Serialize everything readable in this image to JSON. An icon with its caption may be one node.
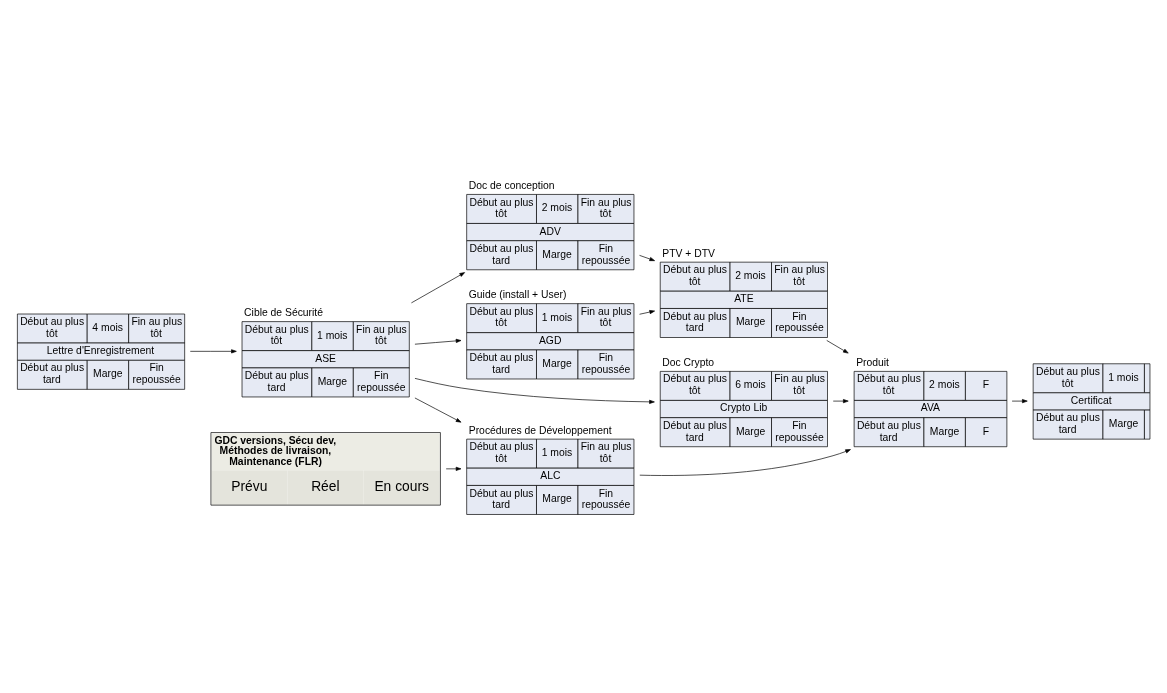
{
  "diagram": {
    "nodes": [
      {
        "text": [
          "Début au plus tôt",
          "4 mois",
          "Fin au plus tôt",
          "Lettre d'Enregistrement",
          "Début au plus tard",
          "Marge",
          "Fin repoussée"
        ]
      },
      {
        "text": [
          "Début au plus tôt",
          "1 mois",
          "Fin au plus tôt",
          "ASE",
          "Début au plus tard",
          "Marge",
          "Fin repoussée"
        ],
        "beside": [
          "Cible de Sécurité"
        ]
      },
      {
        "text": [
          "Début au plus tôt",
          "2 mois",
          "Fin au plus tôt",
          "ADV",
          "Début au plus tard",
          "Marge",
          "Fin repoussée"
        ],
        "beside": [
          "Doc de conception"
        ]
      },
      {
        "text": [
          "Début au plus tôt",
          "1 mois",
          "Fin au plus tôt",
          "AGD",
          "Début au plus tard",
          "Marge",
          "Fin repoussée"
        ],
        "beside": [
          "Guide (install + User)"
        ]
      },
      {
        "text": [
          "Début au plus tôt",
          "2 mois",
          "Fin au plus tôt",
          "ATE",
          "Début au plus tard",
          "Marge",
          "Fin repoussée"
        ],
        "beside": [
          "PTV + DTV"
        ]
      },
      {
        "text": [
          "Début au plus tôt",
          "6 mois",
          "Fin au plus tôt",
          "Crypto Lib",
          "Début au plus tard",
          "Marge",
          "Fin repoussée"
        ],
        "beside": [
          "Doc Crypto"
        ]
      },
      {
        "text": [
          "GDC versions, Sécu dev, Méthodes de livraison, Maintenance (FLR)",
          "Prévu",
          "Réel",
          "En cours"
        ]
      },
      {
        "text": [
          "Début au plus tôt",
          "1 mois",
          "Fin au plus tôt",
          "ALC",
          "Début au plus tard",
          "Marge",
          "Fin repoussée"
        ],
        "beside": [
          "Procédures de Développement"
        ]
      },
      {
        "text": [
          "Début au plus tôt",
          "2 mois",
          "F",
          "AVA",
          "Début au plus tard",
          "Marge",
          "F"
        ],
        "beside": [
          "Produit"
        ]
      },
      {
        "text": [
          "Début au plus tôt",
          "1 mois",
          "Certificat",
          "Début au plus tard",
          "Marge"
        ]
      }
    ],
    "edges": [
      {
        "from": 0,
        "to": 1,
        "arrow": "to"
      },
      {
        "from": 1,
        "to": 2,
        "arrow": "to"
      },
      {
        "from": 1,
        "to": 3,
        "arrow": "to"
      },
      {
        "from": 1,
        "to": 5,
        "arrow": "to"
      },
      {
        "from": 1,
        "to": 7,
        "arrow": "to"
      },
      {
        "from": 2,
        "to": 4,
        "arrow": "to"
      },
      {
        "from": 3,
        "to": 4,
        "arrow": "to"
      },
      {
        "from": 4,
        "to": 8,
        "arrow": "to"
      },
      {
        "from": 5,
        "to": 8,
        "arrow": "to"
      },
      {
        "from": 7,
        "to": 8,
        "arrow": "to"
      },
      {
        "from": 6,
        "to": 7,
        "arrow": "to"
      },
      {
        "from": 8,
        "to": 9,
        "arrow": "to"
      }
    ]
  }
}
